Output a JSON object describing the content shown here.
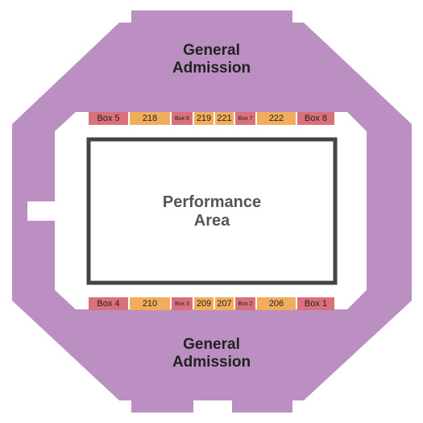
{
  "venue": {
    "areas": [
      {
        "name": "general-admission-top",
        "line1": "General",
        "line2": "Admission"
      },
      {
        "name": "general-admission-bottom",
        "line1": "General",
        "line2": "Admission"
      }
    ],
    "performance": {
      "line1": "Performance",
      "line2": "Area"
    },
    "top_row": [
      {
        "label": "Box 5",
        "kind": "box"
      },
      {
        "label": "218",
        "kind": "section"
      },
      {
        "label": "Box 6",
        "kind": "box",
        "small": true
      },
      {
        "label": "219",
        "kind": "section"
      },
      {
        "label": "221",
        "kind": "section"
      },
      {
        "label": "Box 7",
        "kind": "box",
        "small": true
      },
      {
        "label": "222",
        "kind": "section"
      },
      {
        "label": "Box 8",
        "kind": "box"
      }
    ],
    "bottom_row": [
      {
        "label": "Box 4",
        "kind": "box"
      },
      {
        "label": "210",
        "kind": "section"
      },
      {
        "label": "Box 3",
        "kind": "box",
        "small": true
      },
      {
        "label": "209",
        "kind": "section"
      },
      {
        "label": "207",
        "kind": "section"
      },
      {
        "label": "Box 2",
        "kind": "box",
        "small": true
      },
      {
        "label": "206",
        "kind": "section"
      },
      {
        "label": "Box 1",
        "kind": "box"
      }
    ]
  },
  "colors": {
    "general_admission": "#bb8fc2",
    "box": "#d9707a",
    "section": "#f2ad5c",
    "stage_border": "#444444"
  }
}
